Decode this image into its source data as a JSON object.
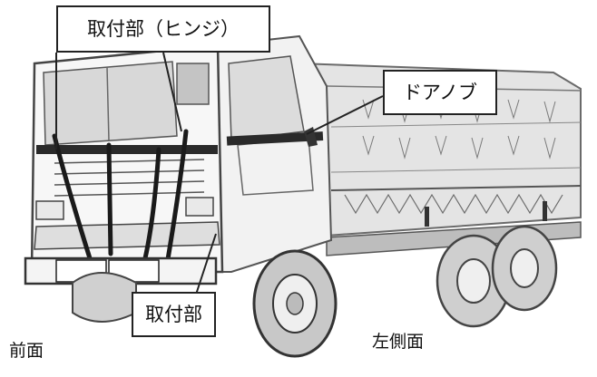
{
  "callouts": {
    "hinge_mount": "取付部（ヒンジ）",
    "door_knob": "ドアノブ",
    "mount": "取付部"
  },
  "view_labels": {
    "front": "前面",
    "left_side": "左側面"
  },
  "colors": {
    "line": "#222222",
    "sketch": "#6a6a6a",
    "shade": "#cfcfcf",
    "background": "#ffffff"
  }
}
